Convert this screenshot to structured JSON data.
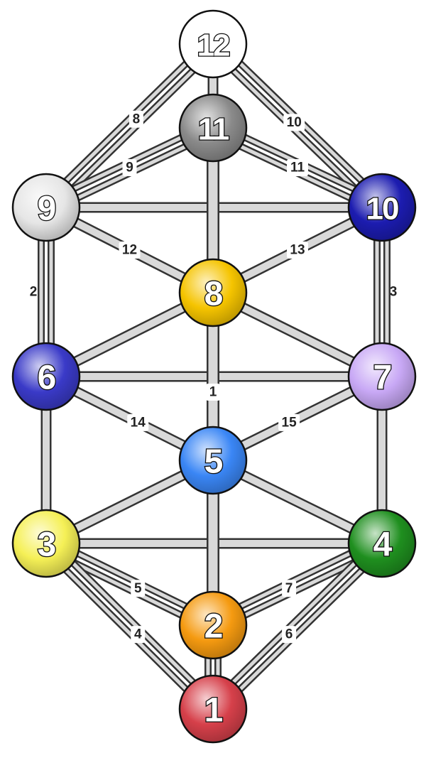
{
  "diagram": {
    "nodes": [
      {
        "id": "12",
        "label": "12",
        "color": "#ffffff"
      },
      {
        "id": "11",
        "label": "11",
        "color": "#8a8a8a"
      },
      {
        "id": "9",
        "label": "9",
        "color": "#e6e6e6"
      },
      {
        "id": "10",
        "label": "10",
        "color": "#1c1cb0"
      },
      {
        "id": "8",
        "label": "8",
        "color": "#f5c400"
      },
      {
        "id": "6",
        "label": "6",
        "color": "#3a3ac8"
      },
      {
        "id": "7",
        "label": "7",
        "color": "#c8a8f5"
      },
      {
        "id": "5",
        "label": "5",
        "color": "#3a86f5"
      },
      {
        "id": "3",
        "label": "3",
        "color": "#f5f056"
      },
      {
        "id": "4",
        "label": "4",
        "color": "#1f8f1f"
      },
      {
        "id": "2",
        "label": "2",
        "color": "#f59a10"
      },
      {
        "id": "1",
        "label": "1",
        "color": "#d6404a"
      }
    ],
    "labeled_paths": [
      {
        "from": "12",
        "to": "9",
        "label": "8"
      },
      {
        "from": "12",
        "to": "10",
        "label": "10"
      },
      {
        "from": "11",
        "to": "9",
        "label": "9"
      },
      {
        "from": "11",
        "to": "10",
        "label": "11"
      },
      {
        "from": "9",
        "to": "6",
        "label": "2"
      },
      {
        "from": "10",
        "to": "7",
        "label": "3"
      },
      {
        "from": "9",
        "to": "8",
        "label": "12"
      },
      {
        "from": "10",
        "to": "8",
        "label": "13"
      },
      {
        "from": "6",
        "to": "5",
        "label": "14"
      },
      {
        "from": "7",
        "to": "5",
        "label": "15"
      },
      {
        "from": "3",
        "to": "2",
        "label": "5"
      },
      {
        "from": "4",
        "to": "2",
        "label": "7"
      },
      {
        "from": "3",
        "to": "1",
        "label": "4"
      },
      {
        "from": "4",
        "to": "1",
        "label": "6"
      },
      {
        "from": "11",
        "to": "2",
        "label": "1"
      }
    ],
    "unlabeled_paths": [
      {
        "from": "12",
        "to": "11"
      },
      {
        "from": "9",
        "to": "10"
      },
      {
        "from": "8",
        "to": "6"
      },
      {
        "from": "8",
        "to": "7"
      },
      {
        "from": "6",
        "to": "7"
      },
      {
        "from": "6",
        "to": "3"
      },
      {
        "from": "7",
        "to": "4"
      },
      {
        "from": "5",
        "to": "3"
      },
      {
        "from": "5",
        "to": "4"
      },
      {
        "from": "3",
        "to": "4"
      },
      {
        "from": "2",
        "to": "1"
      }
    ]
  }
}
